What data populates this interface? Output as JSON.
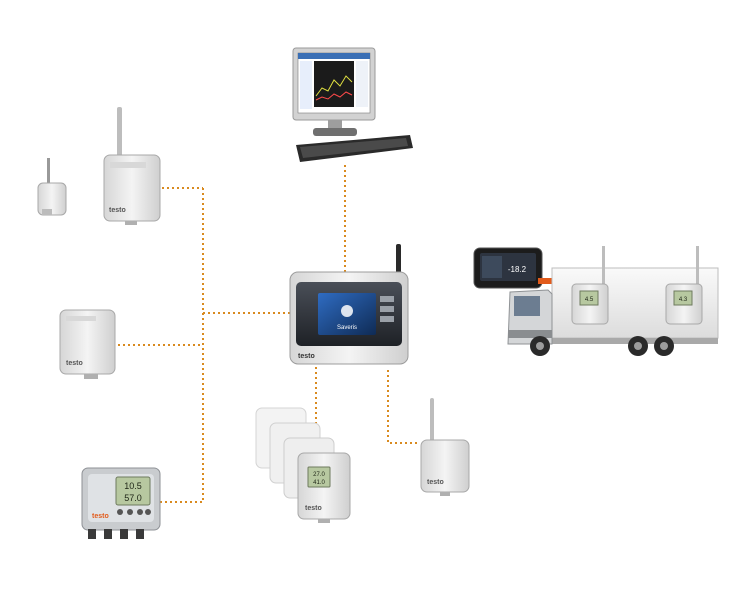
{
  "brand": {
    "logo_text": "testo"
  },
  "screens": {
    "base_station_display": "Saveris",
    "transmitter_reading_1": "10.5",
    "transmitter_reading_2": "57.0",
    "probe_reading_1": "27.0",
    "probe_reading_2": "41.0",
    "truck_probe_reading_1": "4.5",
    "truck_probe_reading_2": "4.3",
    "tablet_reading": "-18.2"
  },
  "colors": {
    "connection_line": "#d98a1f",
    "device_body": "#e8e8e8",
    "device_shadow": "#b8b8b8",
    "base_station_dark": "#2b2f36",
    "screen_blue": "#1f4a8a",
    "lcd_green": "#b7c8a0",
    "truck_cab": "#d9d9d9",
    "trailer": "#f1f1f1",
    "logo_orange": "#e25b1b"
  },
  "icons": [
    "computer-monitor-icon",
    "keyboard-icon",
    "base-station-icon",
    "radio-probe-icon",
    "transmitter-icon",
    "truck-icon",
    "tablet-icon"
  ]
}
